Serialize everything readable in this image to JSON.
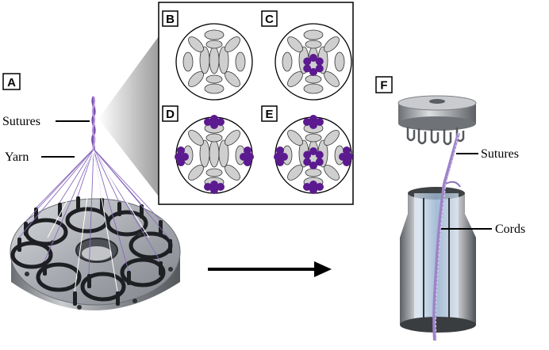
{
  "panels": {
    "A": "A",
    "B": "B",
    "C": "C",
    "D": "D",
    "E": "E",
    "F": "F"
  },
  "labels": {
    "sutures_left": "Sutures",
    "yarn": "Yarn",
    "sutures_right": "Sutures",
    "cords": "Cords"
  },
  "colors": {
    "purple": "#5b1a8f",
    "fiber_gray": "#cfcfcf",
    "metal": "#9a9da3",
    "cord_blue": "#b9d3ec"
  },
  "fiber_layouts": {
    "B": {
      "purple_groups": []
    },
    "C": {
      "purple_groups": [
        "center-ring"
      ]
    },
    "D": {
      "purple_groups": [
        "top",
        "left",
        "right",
        "bottom"
      ]
    },
    "E": {
      "purple_groups": [
        "top",
        "left",
        "right",
        "bottom",
        "center-ring"
      ]
    }
  }
}
